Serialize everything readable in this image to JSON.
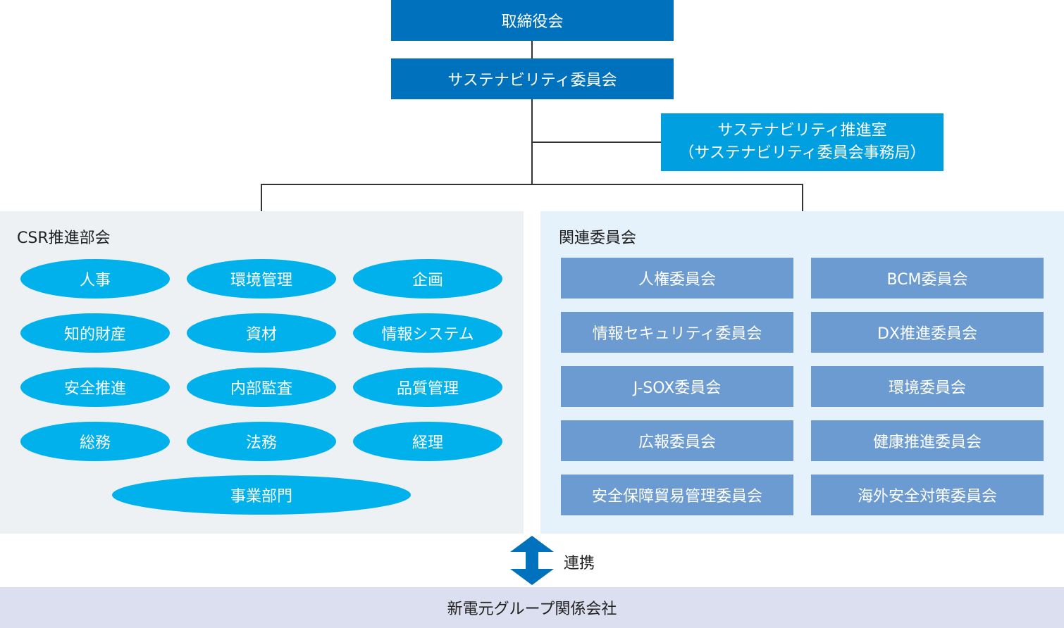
{
  "top": {
    "board": "取締役会",
    "committee": "サステナビリティ委員会",
    "office_line1": "サステナビリティ推進室",
    "office_line2": "（サステナビリティ委員会事務局）"
  },
  "left_panel": {
    "title": "CSR推進部会",
    "items": [
      "人事",
      "環境管理",
      "企画",
      "知的財産",
      "資材",
      "情報システム",
      "安全推進",
      "内部監査",
      "品質管理",
      "総務",
      "法務",
      "経理",
      "事業部門"
    ]
  },
  "right_panel": {
    "title": "関連委員会",
    "items": [
      "人権委員会",
      "BCM委員会",
      "情報セキュリティ委員会",
      "DX推進委員会",
      "J-SOX委員会",
      "環境委員会",
      "広報委員会",
      "健康推進委員会",
      "安全保障貿易管理委員会",
      "海外安全対策委員会"
    ]
  },
  "link_label": "連携",
  "bottom": "新電元グループ関係会社",
  "colors": {
    "dark_blue": "#0071bc",
    "cyan_box": "#00a0e0",
    "ellipse": "#00b1ec",
    "rect": "#6c9bd2",
    "bottom_bar": "#dcdff0"
  }
}
